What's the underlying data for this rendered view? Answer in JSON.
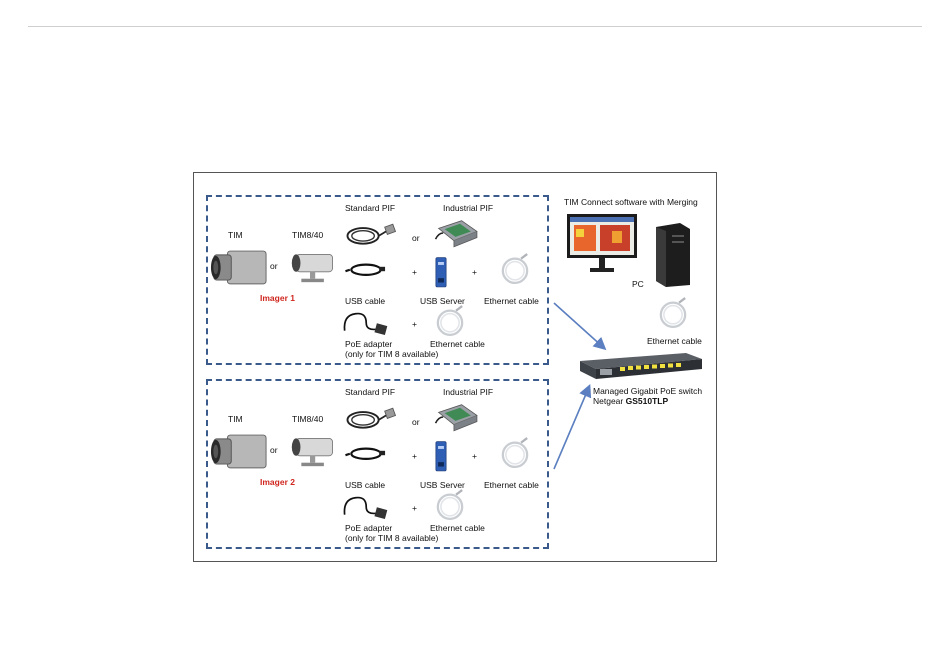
{
  "figure": {
    "groups": [
      {
        "cam_a": "TIM",
        "or1": "or",
        "cam_b": "TIM8/40",
        "imager": "Imager 1",
        "std_pif": "Standard PIF",
        "ind_pif": "Industrial PIF",
        "or2": "or",
        "plus1": "+",
        "plus2": "+",
        "usb_cable": "USB cable",
        "usb_server": "USB Server",
        "eth_cable_a": "Ethernet cable",
        "plus3": "+",
        "poe_adapter": "PoE adapter",
        "poe_note": "(only for TIM 8 available)",
        "eth_cable_b": "Ethernet cable"
      },
      {
        "cam_a": "TIM",
        "or1": "or",
        "cam_b": "TIM8/40",
        "imager": "Imager 2",
        "std_pif": "Standard PIF",
        "ind_pif": "Industrial PIF",
        "or2": "or",
        "plus1": "+",
        "plus2": "+",
        "usb_cable": "USB cable",
        "usb_server": "USB Server",
        "eth_cable_a": "Ethernet cable",
        "plus3": "+",
        "poe_adapter": "PoE adapter",
        "poe_note": "(only for TIM 8 available)",
        "eth_cable_b": "Ethernet cable"
      }
    ],
    "right": {
      "software": "TIM Connect software with Merging",
      "pc": "PC",
      "eth_cable": "Ethernet cable",
      "switch_line1": "Managed Gigabit PoE switch",
      "switch_line2_prefix": "Netgear ",
      "switch_model": "GS510TLP"
    }
  },
  "colors": {
    "dash": "#3a5a8c",
    "imager_label": "#d0261f",
    "arrow": "#5b7fc0"
  }
}
